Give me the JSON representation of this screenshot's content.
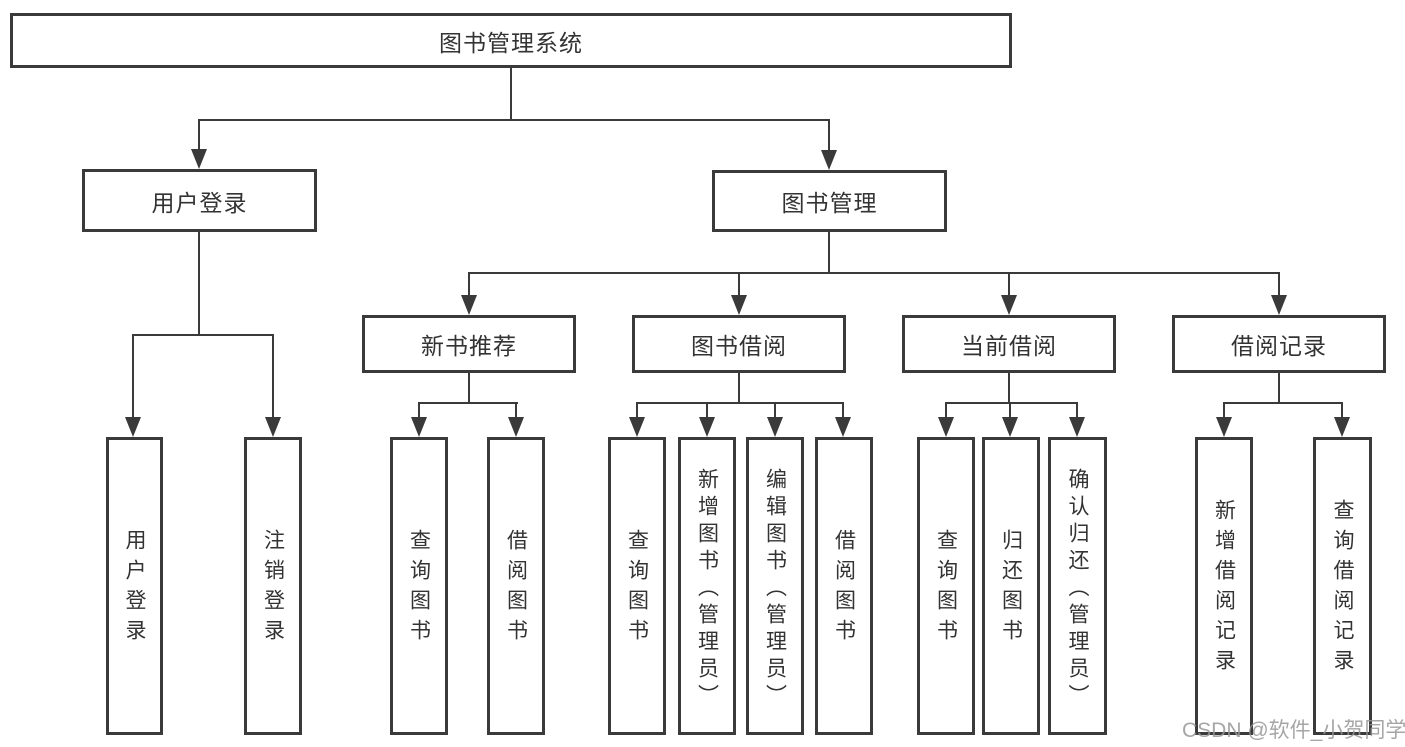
{
  "diagram_title": "图书管理系统",
  "nodes": {
    "root": "图书管理系统",
    "user_login": "用户登录",
    "book_management": "图书管理",
    "new_book_recommend": "新书推荐",
    "book_borrow": "图书借阅",
    "current_borrow": "当前借阅",
    "borrow_records": "借阅记录",
    "leaf_user_login": "用户登录",
    "leaf_logout": "注销登录",
    "leaf_nb_query_book": "查询图书",
    "leaf_nb_borrow_book": "借阅图书",
    "leaf_bb_query_book": "查询图书",
    "leaf_bb_add_book": "新增图书（管理员）",
    "leaf_bb_edit_book": "编辑图书（管理员）",
    "leaf_bb_borrow_book": "借阅图书",
    "leaf_cb_query_book": "查询图书",
    "leaf_cb_return_book": "归还图书",
    "leaf_cb_confirm_return": "确认归还（管理员）",
    "leaf_br_add_record": "新增借阅记录",
    "leaf_br_query_record": "查询借阅记录"
  },
  "hierarchy": {
    "图书管理系统": {
      "用户登录": [
        "用户登录",
        "注销登录"
      ],
      "图书管理": {
        "新书推荐": [
          "查询图书",
          "借阅图书"
        ],
        "图书借阅": [
          "查询图书",
          "新增图书（管理员）",
          "编辑图书（管理员）",
          "借阅图书"
        ],
        "当前借阅": [
          "查询图书",
          "归还图书",
          "确认归还（管理员）"
        ],
        "借阅记录": [
          "新增借阅记录",
          "查询借阅记录"
        ]
      }
    }
  },
  "watermark": "CSDN @软件_小贺同学",
  "colors": {
    "background": "#ffffff",
    "box_border": "#3a3a3a",
    "connector_line": "#3a3a3a",
    "text": "#333333",
    "watermark_text": "#969696"
  }
}
